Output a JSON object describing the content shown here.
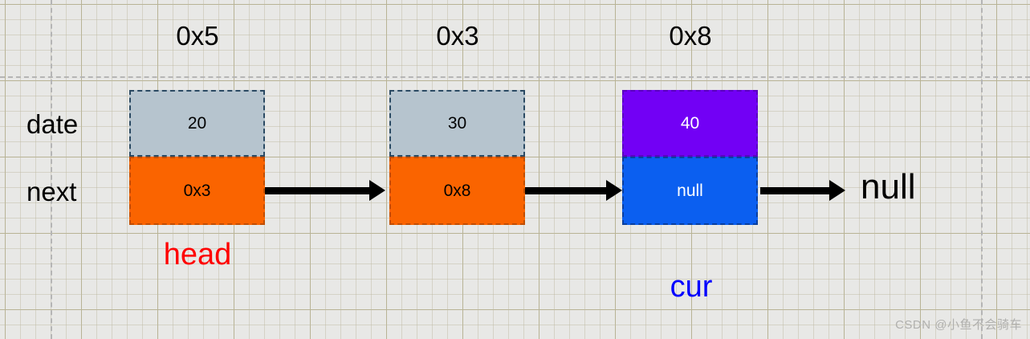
{
  "diagram": {
    "title": "singly-linked-list-node-layout",
    "row_labels": [
      {
        "name": "data-row-label",
        "text": "date"
      },
      {
        "name": "next-row-label",
        "text": "next"
      }
    ],
    "nodes": [
      {
        "address": "0x5",
        "data_value": "20",
        "next_value": "0x3",
        "data_color": "#b6c4ce",
        "next_color": "#fa6400",
        "pointer_label": "head",
        "pointer_color": "#ff0000"
      },
      {
        "address": "0x3",
        "data_value": "30",
        "next_value": "0x8",
        "data_color": "#b6c4ce",
        "next_color": "#fa6400",
        "pointer_label": "",
        "pointer_color": ""
      },
      {
        "address": "0x8",
        "data_value": "40",
        "next_value": "null",
        "data_color": "#7200f5",
        "next_color": "#0b5ff0",
        "pointer_label": "cur",
        "pointer_color": "#0000ff"
      }
    ],
    "tail_label": "null"
  },
  "watermark": "CSDN @小鱼不会骑车"
}
